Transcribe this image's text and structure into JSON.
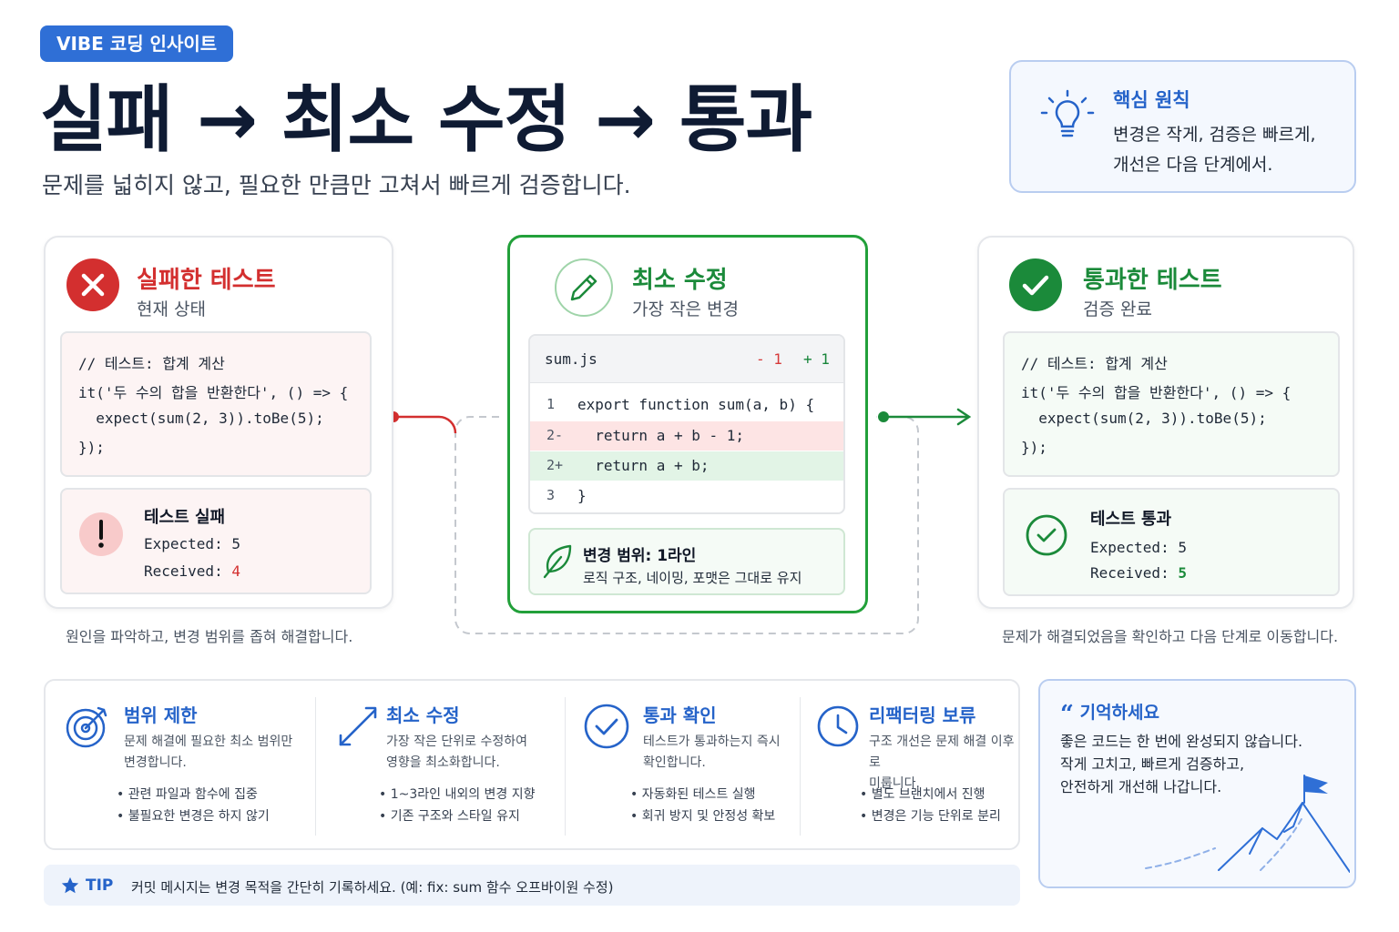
{
  "badge": "VIBE 코딩 인사이트",
  "headline": "실패 → 최소 수정 → 통과",
  "subtitle": "문제를 넓히지 않고, 필요한 만큼만 고쳐서 빠르게 검증합니다.",
  "principle": {
    "title": "핵심 원칙",
    "line1": "변경은 작게, 검증은 빠르게,",
    "line2": "개선은 다음 단계에서.",
    "icon": "lightbulb-icon"
  },
  "failed": {
    "title": "실패한 테스트",
    "subtitle": "현재 상태",
    "code": [
      "// 테스트: 합계 계산",
      "it('두 수의 합을 반환한다', () => {",
      "  expect(sum(2, 3)).toBe(5);",
      "});"
    ],
    "result_title": "테스트 실패",
    "expected_label": "Expected: ",
    "expected": "5",
    "received_label": "Received: ",
    "received": "4",
    "caption": "원인을 파악하고, 변경 범위를 좁혀 해결합니다.",
    "color": "#d32f2f"
  },
  "fix": {
    "title": "최소 수정",
    "subtitle": "가장 작은 변경",
    "filename": "sum.js",
    "minus": "- 1",
    "plus": "+ 1",
    "lines": [
      {
        "num": "1",
        "code": "export function sum(a, b) {"
      },
      {
        "num": "2-",
        "code": "  return a + b - 1;"
      },
      {
        "num": "2+",
        "code": "  return a + b;"
      },
      {
        "num": "3",
        "code": "}"
      }
    ],
    "scope_title": "변경 범위: 1라인",
    "scope_body": "로직 구조, 네이밍, 포맷은 그대로 유지",
    "color": "#22a03a"
  },
  "passed": {
    "title": "통과한 테스트",
    "subtitle": "검증 완료",
    "code": [
      "// 테스트: 합계 계산",
      "it('두 수의 합을 반환한다', () => {",
      "  expect(sum(2, 3)).toBe(5);",
      "});"
    ],
    "result_title": "테스트 통과",
    "expected_label": "Expected: ",
    "expected": "5",
    "received_label": "Received: ",
    "received": "5",
    "caption": "문제가 해결되었음을 확인하고 다음 단계로 이동합니다.",
    "color": "#1b8a3a"
  },
  "features": [
    {
      "title": "범위 제한",
      "desc1": "문제 해결에 필요한 최소 범위만",
      "desc2": "변경합니다.",
      "b1": "• 관련 파일과 함수에 집중",
      "b2": "• 불필요한 변경은 하지 않기",
      "icon": "target-icon"
    },
    {
      "title": "최소 수정",
      "desc1": "가장 작은 단위로 수정하여",
      "desc2": "영향을 최소화합니다.",
      "b1": "• 1~3라인 내외의 변경 지향",
      "b2": "• 기존 구조와 스타일 유지",
      "icon": "shrink-arrows-icon"
    },
    {
      "title": "통과 확인",
      "desc1": "테스트가 통과하는지 즉시",
      "desc2": "확인합니다.",
      "b1": "• 자동화된 테스트 실행",
      "b2": "• 회귀 방지 및 안정성 확보",
      "icon": "check-circle-icon"
    },
    {
      "title": "리팩터링 보류",
      "desc1": "구조 개선은 문제 해결 이후로",
      "desc2": "미룹니다.",
      "b1": "• 별도 브랜치에서 진행",
      "b2": "• 변경은 기능 단위로 분리",
      "icon": "clock-icon"
    }
  ],
  "remember": {
    "title": "기억하세요",
    "line1": "좋은 코드는 한 번에 완성되지 않습니다.",
    "line2": "작게 고치고, 빠르게 검증하고,",
    "line3": "안전하게 개선해 나갑니다."
  },
  "tip": {
    "label": "TIP",
    "text": "커밋 메시지는 변경 목적을 간단히 기록하세요. (예: fix: sum 함수 오프바이원 수정)"
  }
}
